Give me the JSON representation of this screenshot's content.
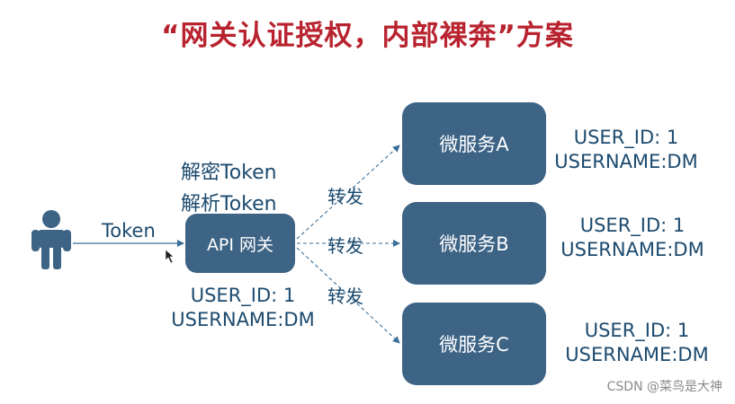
{
  "title": "“网关认证授权，内部裸奔”方案",
  "user": {
    "token_label": "Token",
    "icon": "user-icon"
  },
  "gateway": {
    "label": "API 网关",
    "note_line1": "解密Token",
    "note_line2": "解析Token",
    "claims": {
      "user_id": "USER_ID: 1",
      "username": "USERNAME:DM"
    }
  },
  "forward_label": "转发",
  "services": [
    {
      "label": "微服务A",
      "user_id": "USER_ID: 1",
      "username": "USERNAME:DM"
    },
    {
      "label": "微服务B",
      "user_id": "USER_ID: 1",
      "username": "USERNAME:DM"
    },
    {
      "label": "微服务C",
      "user_id": "USER_ID: 1",
      "username": "USERNAME:DM"
    }
  ],
  "watermark": "CSDN @菜鸟是大神",
  "colors": {
    "title": "#b8232f",
    "box_fill": "#3d6385",
    "text": "#1c4a6e",
    "arrow": "#3a6f9a"
  }
}
